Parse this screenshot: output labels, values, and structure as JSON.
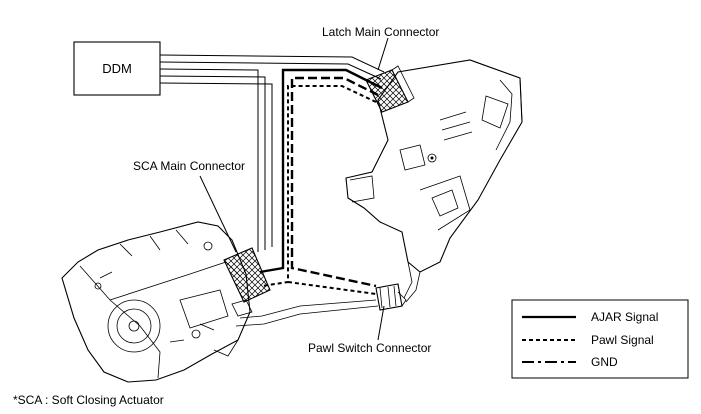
{
  "diagram": {
    "ddm_label": "DDM",
    "latch_main_connector": "Latch Main Connector",
    "sca_main_connector": "SCA Main Connector",
    "pawl_switch_connector": "Pawl Switch Connector",
    "footnote": "*SCA : Soft Closing Actuator"
  },
  "legend": {
    "items": [
      {
        "label": "AJAR Signal",
        "style": "solid"
      },
      {
        "label": "Pawl Signal",
        "style": "dotted"
      },
      {
        "label": "GND",
        "style": "dash-dot"
      }
    ]
  },
  "colors": {
    "line": "#000000",
    "background": "#ffffff"
  }
}
